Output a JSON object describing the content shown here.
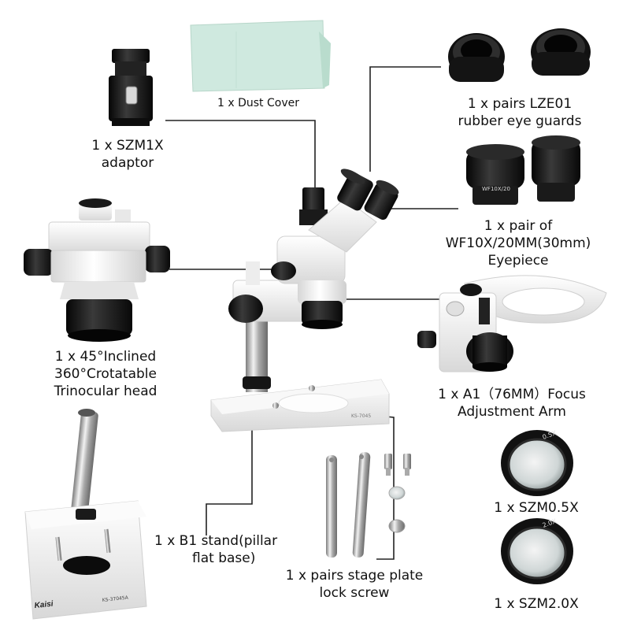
{
  "labels": {
    "dust_cover": "1 x Dust Cover",
    "adaptor": [
      "1 x SZM1X",
      "adaptor"
    ],
    "eye_guards": [
      "1 x pairs LZE01",
      "rubber eye guards"
    ],
    "eyepiece": [
      "1 x pair of",
      "WF10X/20MM(30mm)",
      "Eyepiece"
    ],
    "head": [
      "1 x 45°Inclined",
      "360°Crotatable",
      "Trinocular head"
    ],
    "focus_arm": [
      "1 x A1（76MM）Focus",
      "Adjustment Arm"
    ],
    "stand": [
      "1 x B1 stand(pillar",
      "flat base)"
    ],
    "lock_screw": [
      "1 x pairs stage plate",
      "lock screw"
    ],
    "lens_05": "1 x SZM0.5X",
    "lens_20": "1 x SZM2.0X"
  },
  "product_marks": {
    "eyepiece_text": "WF10X/20",
    "lens_05_text": "0.5X",
    "lens_20_text": "2.0X",
    "stand_brand": "Kaisi",
    "stand_model": "KS-37045A",
    "main_model": "KS-7045"
  },
  "colors": {
    "body_white": "#f1f1f1",
    "black_part": "#151515",
    "chrome": "#b9b9b9",
    "dust_cover": "#cfe9df"
  }
}
